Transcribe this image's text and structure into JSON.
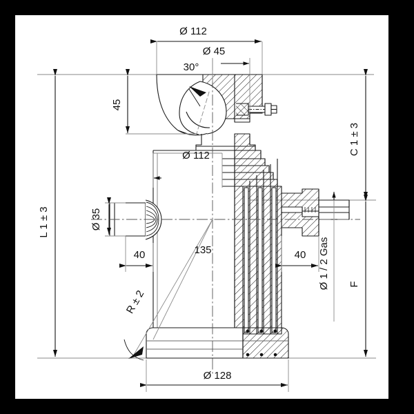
{
  "drawing": {
    "title": "telescopic-hydraulic-cylinder-dimensioned-drawing",
    "background_color": "#ffffff",
    "border_color": "#000000",
    "line_color": "#1a1a1a"
  },
  "dimensions": {
    "top_outer_diameter": "Ø 112",
    "top_pin_diameter": "Ø 45",
    "top_angle": "30°",
    "head_height": "45",
    "barrel_diameter": "Ø 112",
    "left_port_diameter": "Ø 35",
    "left_offset": "40",
    "right_offset": "40",
    "stroke_center": "135",
    "radius_tolerance": "R ± 2",
    "base_diameter": "Ø 128",
    "overall_length": "L 1 ± 3",
    "closed_length": "C 1 ± 3",
    "bottom_span": "F",
    "gas_thread": "Ø 1 / 2 Gas"
  },
  "labels": [
    {
      "id": "dim-top-112",
      "text": "Ø 112",
      "kind": "linear-dimension"
    },
    {
      "id": "dim-top-45",
      "text": "Ø 45",
      "kind": "linear-dimension"
    },
    {
      "id": "dim-angle-30",
      "text": "30°",
      "kind": "angular-dimension"
    },
    {
      "id": "dim-head-45",
      "text": "45",
      "kind": "linear-dimension"
    },
    {
      "id": "dim-barrel-112",
      "text": "Ø 112",
      "kind": "linear-dimension"
    },
    {
      "id": "dim-port-35",
      "text": "Ø 35",
      "kind": "linear-dimension"
    },
    {
      "id": "dim-left-40",
      "text": "40",
      "kind": "linear-dimension"
    },
    {
      "id": "dim-right-40",
      "text": "40",
      "kind": "linear-dimension"
    },
    {
      "id": "dim-135",
      "text": "135",
      "kind": "leader-dimension"
    },
    {
      "id": "dim-r2",
      "text": "R ± 2",
      "kind": "radius-dimension"
    },
    {
      "id": "dim-base-128",
      "text": "Ø 128",
      "kind": "linear-dimension"
    },
    {
      "id": "dim-L",
      "text": "L 1 ± 3",
      "kind": "linear-dimension"
    },
    {
      "id": "dim-C",
      "text": "C 1 ± 3",
      "kind": "linear-dimension"
    },
    {
      "id": "dim-F",
      "text": "F",
      "kind": "linear-dimension"
    },
    {
      "id": "dim-gas",
      "text": "Ø 1 / 2 Gas",
      "kind": "thread-callout"
    }
  ]
}
